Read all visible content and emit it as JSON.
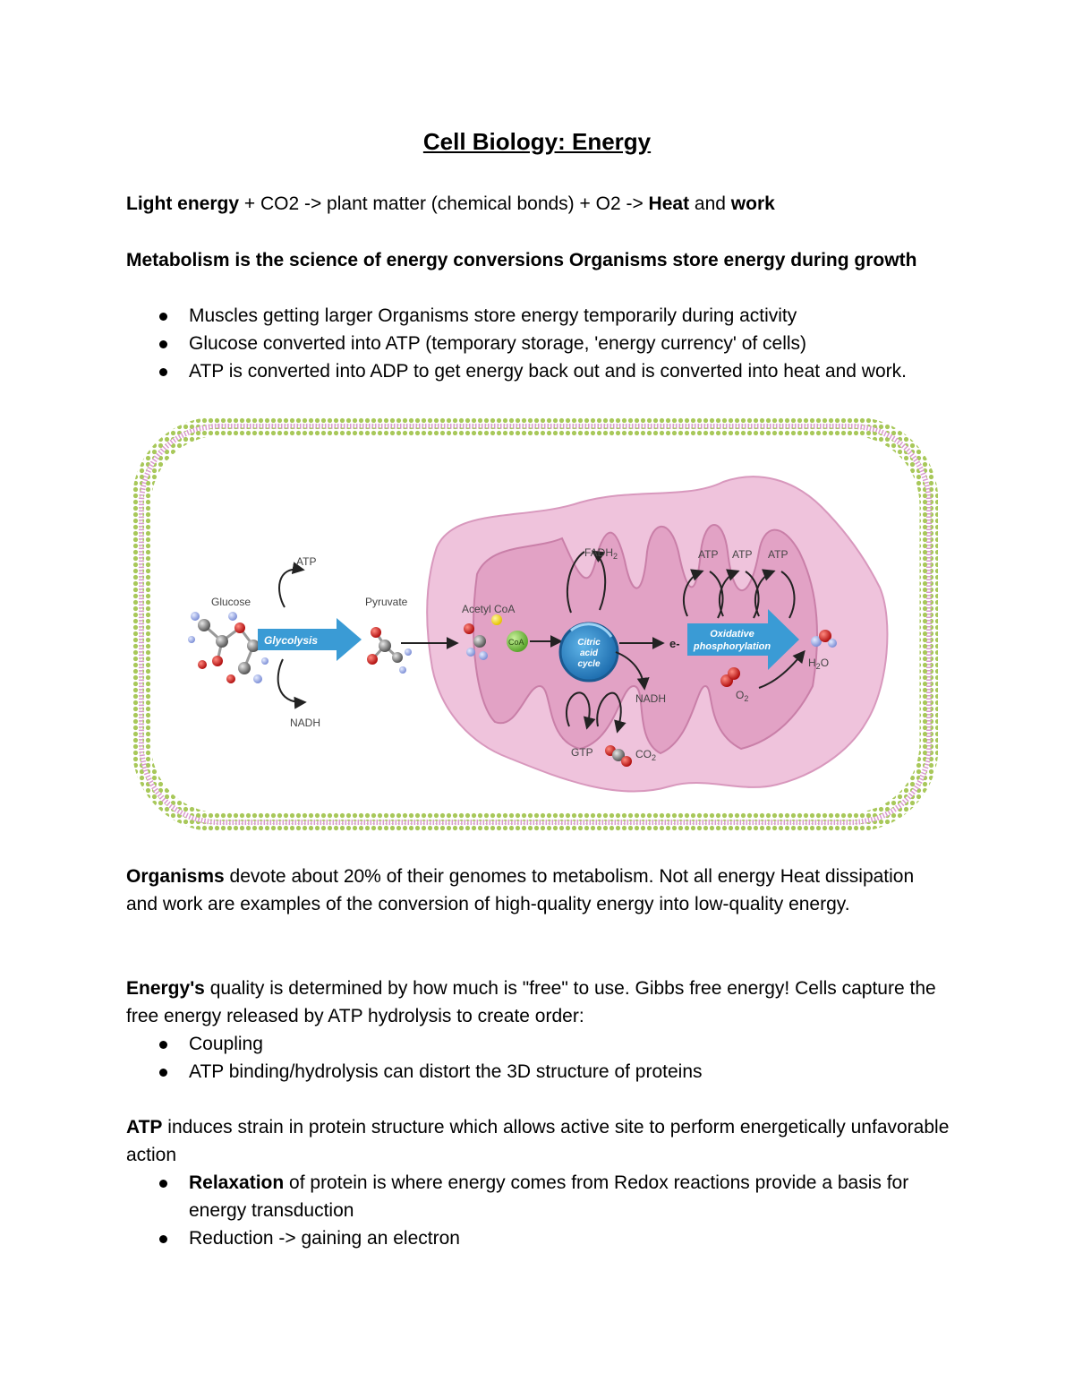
{
  "title": "Cell Biology: Energy",
  "intro": {
    "light_energy": "Light energy",
    "mid": " + CO2 -> plant matter (chemical bonds) + O2 -> ",
    "heat": "Heat",
    "and": " and ",
    "work": "work"
  },
  "metabolism": {
    "heading": "Metabolism is the science of energy conversions Organisms store energy during growth",
    "bullets": [
      "Muscles getting larger Organisms store energy temporarily during activity",
      "Glucose converted into ATP (temporary storage, 'energy currency' of cells)",
      "ATP is converted into ADP to get energy back out and is converted into heat and work."
    ]
  },
  "diagram": {
    "glucose": "Glucose",
    "atp_top": "ATP",
    "glycolysis": "Glycolysis",
    "nadh_bottom": "NADH",
    "pyruvate": "Pyruvate",
    "acetyl_coa": "Acetyl CoA",
    "coa": "CoA",
    "fadh2": "FADH",
    "fadh2_sub": "2",
    "citric_1": "Citric",
    "citric_2": "acid",
    "citric_3": "cycle",
    "nadh_right": "NADH",
    "gtp": "GTP",
    "co2": "CO",
    "co2_sub": "2",
    "e_minus": "e-",
    "atp_1": "ATP",
    "atp_2": "ATP",
    "atp_3": "ATP",
    "oxphos_1": "Oxidative",
    "oxphos_2": "phosphorylation",
    "h2o": "H",
    "h2o_sub": "2",
    "h2o_o": "O",
    "o2": "O",
    "o2_sub": "2",
    "colors": {
      "membrane": "#a8c85a",
      "membrane_inner": "#d99ad0",
      "mito_outer": "#efc3dc",
      "mito_inner": "#e2a2c5",
      "arrow_blue": "#3a9bd5",
      "cycle_blue": "#2f86c6",
      "coa_green": "#7cc242"
    }
  },
  "organisms": {
    "lead": "Organisms",
    "text": " devote about 20% of their genomes to metabolism. Not all energy Heat dissipation and work are examples of the conversion of high-quality energy into low-quality energy."
  },
  "energy": {
    "lead": "Energy's",
    "text": " quality is determined by how much is \"free\" to use. Gibbs free energy! Cells capture the free energy released by ATP hydrolysis to create order:",
    "bullets": [
      "Coupling",
      "ATP binding/hydrolysis can distort the 3D structure of proteins"
    ]
  },
  "atp": {
    "lead": "ATP",
    "text": " induces strain in protein structure which allows active site to perform energetically unfavorable action",
    "relax_lead": "Relaxation",
    "relax_text": " of protein is where energy comes from Redox reactions provide a basis for energy transduction",
    "bullet2": "Reduction -> gaining an electron"
  }
}
